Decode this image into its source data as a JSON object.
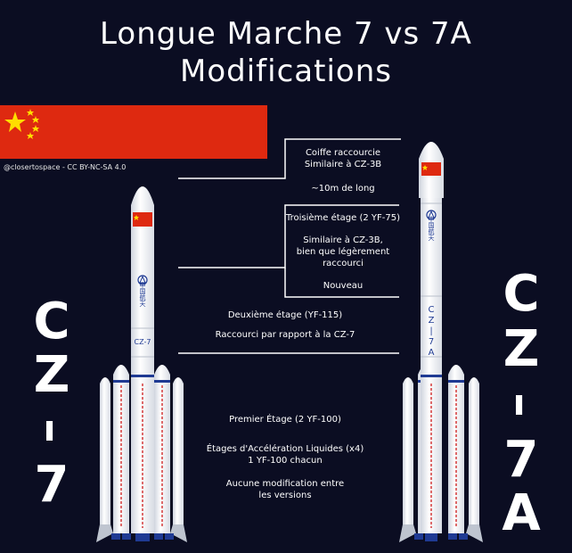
{
  "title": {
    "line1": "Longue Marche 7 vs 7A",
    "line2": "Modifications"
  },
  "credit": "@closertospace - CC BY-NC-SA 4.0",
  "annotations": {
    "fairing": {
      "line1": "Coiffe raccourcie",
      "line2": "Similaire à CZ-3B",
      "line3": "~10m de long"
    },
    "third_stage": {
      "line1": "Troisième étage (2 YF-75)",
      "line2": "Similaire à CZ-3B,",
      "line3": "bien que légèrement",
      "line4": "raccourci",
      "line5": "Nouveau"
    },
    "second_stage": {
      "line1": "Deuxième étage (YF-115)",
      "line2": "Raccourci par rapport à la CZ-7"
    },
    "first_stage": {
      "line1": "Premier Étage (2 YF-100)",
      "line2": "Étages d'Accélération Liquides (x4)",
      "line3": "1 YF-100 chacun",
      "line4": "Aucune modification entre",
      "line5": "les versions"
    }
  },
  "rocket_left": {
    "name_chars": [
      "C",
      "Z",
      "–",
      "7"
    ],
    "body_label": "CZ-7",
    "logo_text": "中国航天"
  },
  "rocket_right": {
    "name_chars": [
      "C",
      "Z",
      "–",
      "7",
      "A"
    ],
    "body_label_chars": [
      "C",
      "Z",
      "|",
      "7",
      "A"
    ],
    "logo_text": "中国航天"
  },
  "colors": {
    "background": "#0b0d22",
    "flag_red": "#de2910",
    "flag_yellow": "#ffde00",
    "engine_blue": "#1f3a93",
    "stripe_red": "#d43a3a"
  }
}
